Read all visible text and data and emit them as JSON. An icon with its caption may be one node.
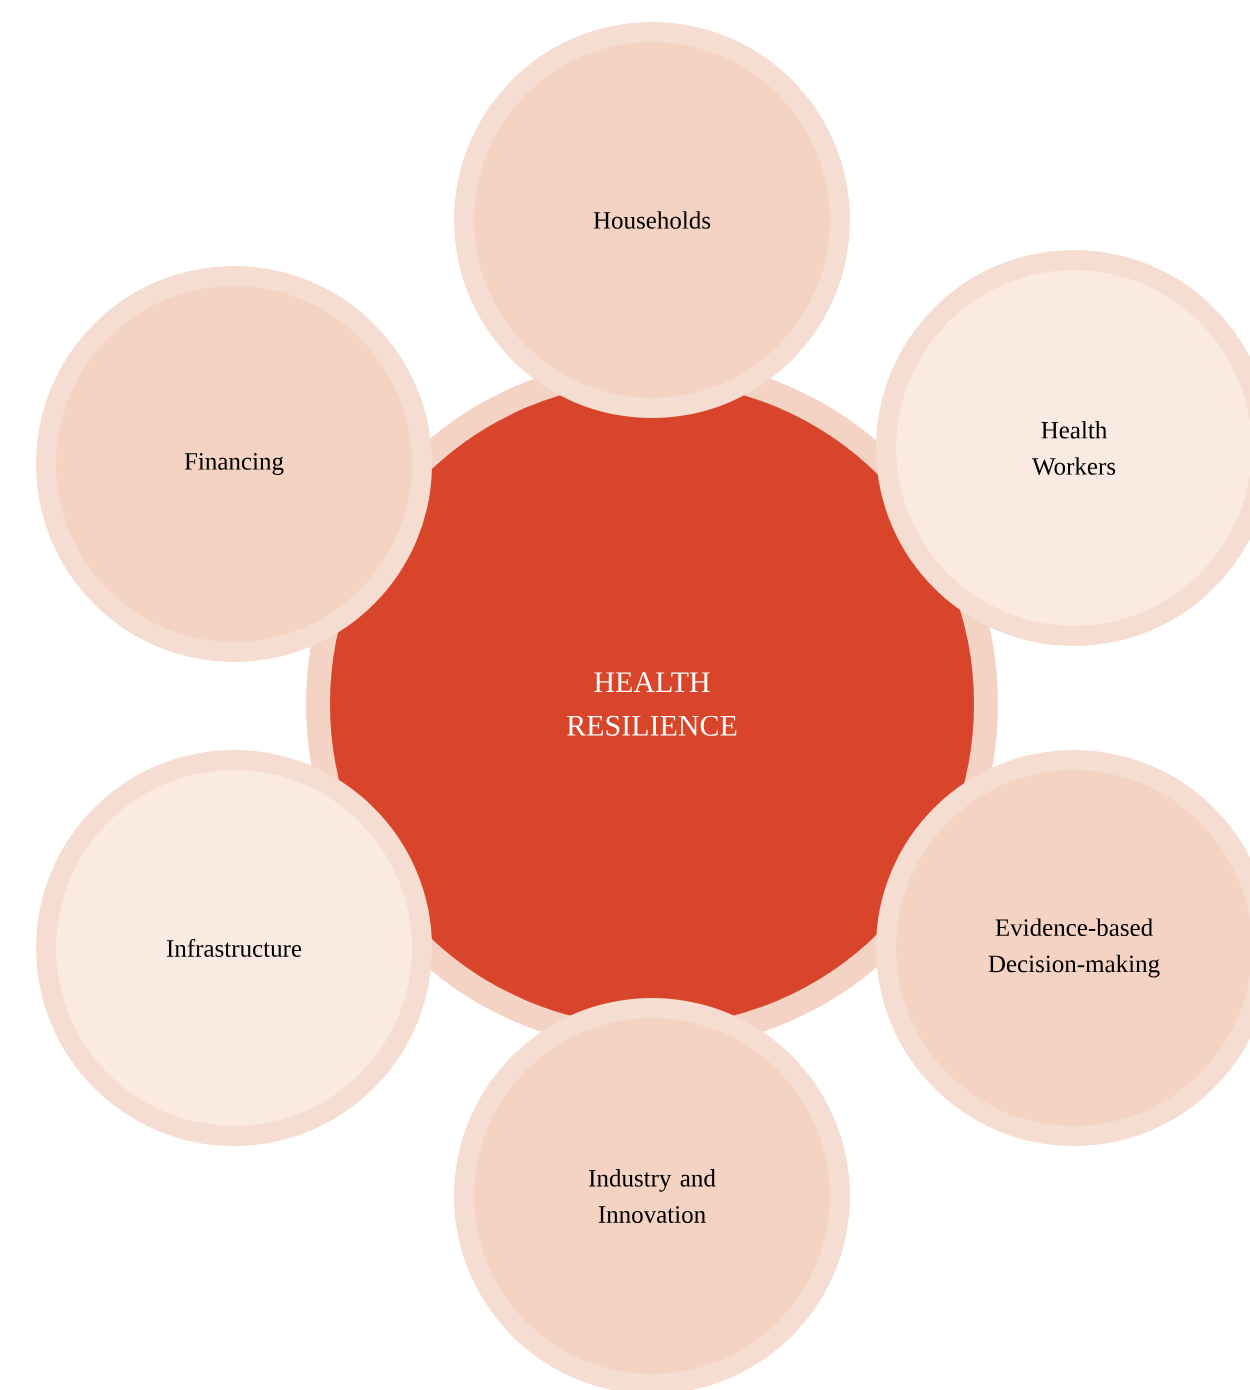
{
  "diagram": {
    "nodes": [
      {
        "text": [
          "HEALTH RESILIENCE"
        ]
      },
      {
        "text": [
          "Households"
        ]
      },
      {
        "text": [
          "Health Workers"
        ]
      },
      {
        "text": [
          "Evidence-based Decision-making"
        ]
      },
      {
        "text": [
          "Industry and Innovation"
        ]
      },
      {
        "text": [
          "Infrastructure"
        ]
      },
      {
        "text": [
          "Financing"
        ]
      }
    ]
  }
}
